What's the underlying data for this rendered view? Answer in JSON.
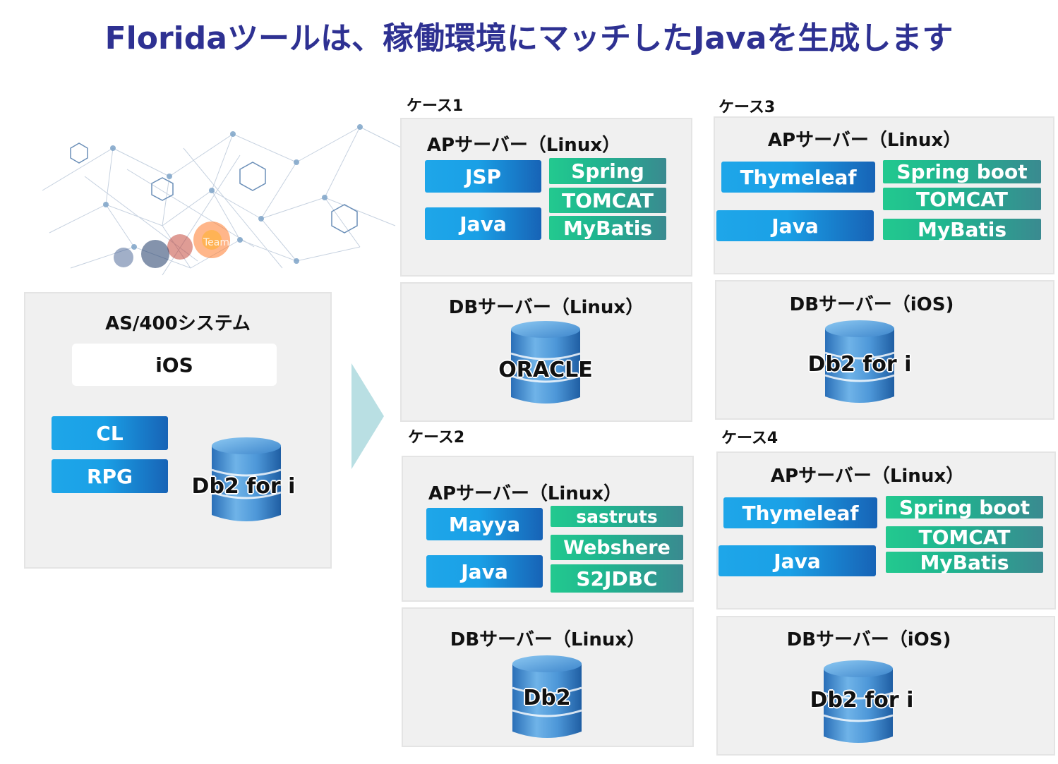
{
  "title": "Floridaツールは、稼働環境にマッチしたJavaを生成します",
  "decor": {
    "team_label": "Team"
  },
  "source": {
    "title": "AS/400システム",
    "os": "iOS",
    "langs": [
      "CL",
      "RPG"
    ],
    "db": "Db2 for i"
  },
  "cases": [
    {
      "label": "ケース1",
      "ap_title": "APサーバー（Linux）",
      "left": [
        "JSP",
        "Java"
      ],
      "right": [
        "Spring",
        "TOMCAT",
        "MyBatis"
      ],
      "db_title": "DBサーバー（Linux）",
      "db": "ORACLE"
    },
    {
      "label": "ケース2",
      "ap_title": "APサーバー（Linux）",
      "left": [
        "Mayya",
        "Java"
      ],
      "right": [
        "sastruts",
        "Webshere",
        "S2JDBC"
      ],
      "db_title": "DBサーバー（Linux）",
      "db": "Db2"
    },
    {
      "label": "ケース3",
      "ap_title": "APサーバー（Linux）",
      "left": [
        "Thymeleaf",
        "Java"
      ],
      "right": [
        "Spring boot",
        "TOMCAT",
        "MyBatis"
      ],
      "db_title": "DBサーバー（iOS)",
      "db": "Db2 for i"
    },
    {
      "label": "ケース4",
      "ap_title": "APサーバー（Linux）",
      "left": [
        "Thymeleaf",
        "Java"
      ],
      "right": [
        "Spring boot",
        "TOMCAT",
        "MyBatis"
      ],
      "db_title": "DBサーバー（iOS)",
      "db": "Db2 for i"
    }
  ],
  "colors": {
    "title": "#2e3192",
    "blue_start": "#1ea6e9",
    "blue_end": "#1763b6",
    "green_start": "#23c98f",
    "green_end": "#3a8a90",
    "panel": "#f0f0f0",
    "arrow": "#b9dfe3"
  }
}
